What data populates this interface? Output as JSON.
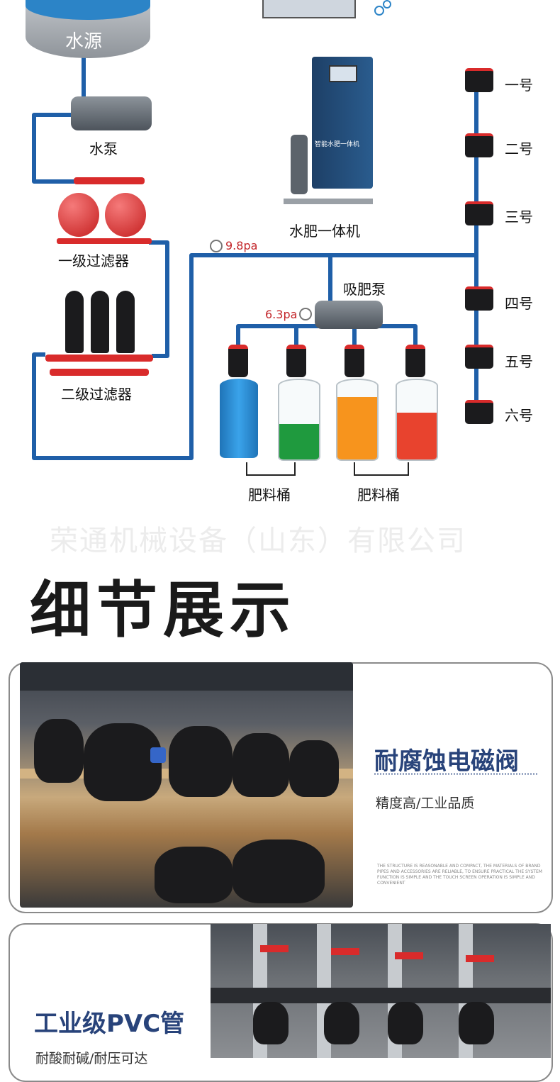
{
  "diagram": {
    "water_source": "水源",
    "water_pump": "水泵",
    "primary_filter": "一级过滤器",
    "secondary_filter": "二级过滤器",
    "integrated_machine": "水肥一体机",
    "machine_panel_text": "智能水肥一体机",
    "suction_pump": "吸肥泵",
    "pressure_main": "9.8pa",
    "pressure_fert": "6.3pa",
    "fertilizer_bucket_left": "肥料桶",
    "fertilizer_bucket_right": "肥料桶",
    "zones": [
      "一号",
      "二号",
      "三号",
      "四号",
      "五号",
      "六号"
    ],
    "colors": {
      "pipe": "#1f5fa8",
      "bucket_blue": "#2b8fd6",
      "bucket_green": "#1f9a3e",
      "bucket_orange": "#f7941d",
      "bucket_red": "#e8432e",
      "filter_red": "#d92b2b"
    }
  },
  "watermark": "荣通机械设备（山东）有限公司",
  "section_title": "细节展示",
  "cards": [
    {
      "title": "耐腐蚀电磁阀",
      "subtitle": "精度高/工业品质",
      "small_text": "THE STRUCTURE IS REASONABLE AND COMPACT, THE MATERIALS OF BRAND PIPES AND ACCESSORIES ARE RELIABLE, TO ENSURE PRACTICAL THE SYSTEM FUNCTION IS SIMPLE AND THE TOUCH SCREEN OPERATION IS SIMPLE AND CONVENIENT"
    },
    {
      "title": "工业级PVC管",
      "subtitle": "耐酸耐碱/耐压可达"
    }
  ]
}
